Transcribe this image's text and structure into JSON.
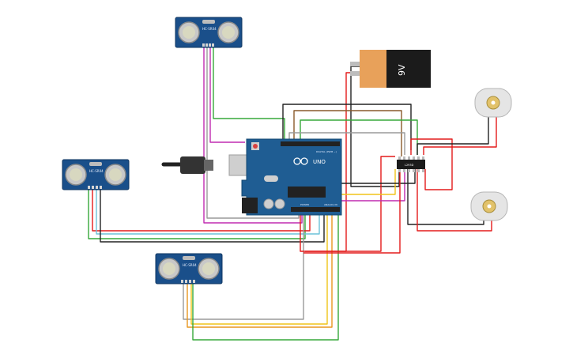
{
  "labels": {
    "sensor_top": "HC-SR04",
    "sensor_left": "HC-SR04",
    "sensor_bottom": "HC-SR04",
    "board_brand": "UNO",
    "board_digital": "DIGITAL (PWM ~)",
    "board_power": "POWER",
    "board_analog": "ANALOG IN",
    "battery": "9V",
    "motor_driver": "L293D"
  },
  "colors": {
    "board": "#1f5d93",
    "sensor": "#1a4f8a",
    "wire_red": "#e31b1b",
    "wire_black": "#222222",
    "wire_green": "#36a83a",
    "wire_yellow": "#f0c419",
    "wire_orange": "#e8961e",
    "wire_magenta": "#c02bb0",
    "wire_brown": "#8a5a2b",
    "wire_gray": "#9a9a9a",
    "wire_cyan": "#6cc2d8",
    "battery_orange": "#e8a15a",
    "battery_black": "#1b1b1b",
    "motor_body": "#e5e5e5"
  },
  "icons": [
    "ultrasonic-sensor-icon",
    "arduino-uno-icon",
    "battery-9v-icon",
    "dc-motor-icon",
    "motor-driver-chip-icon",
    "usb-connector-icon"
  ]
}
